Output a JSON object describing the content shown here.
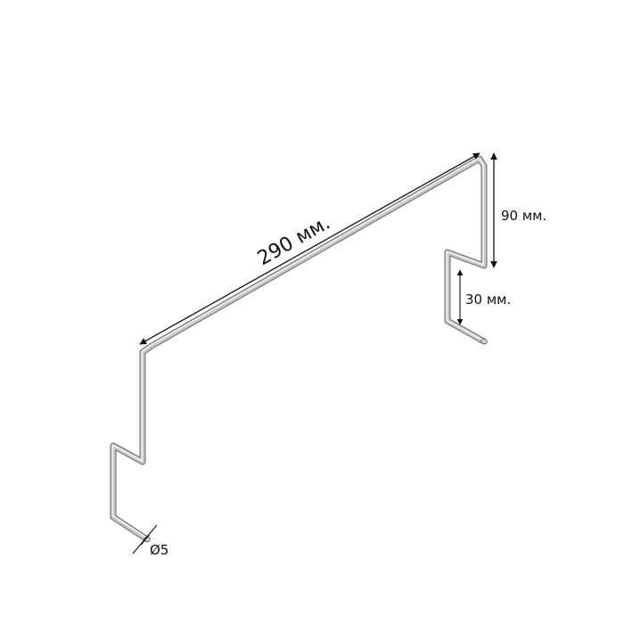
{
  "dimensions": {
    "length_label": "290 мм.",
    "height_label": "90 мм.",
    "step_label": "30 мм.",
    "diameter_label": "Ø5"
  },
  "colors": {
    "background": "#ffffff",
    "wire_edge": "#7a7a7a",
    "wire_body": "#c9c9c9",
    "wire_highlight": "#f2f2f2",
    "dimension_line": "#111111"
  }
}
